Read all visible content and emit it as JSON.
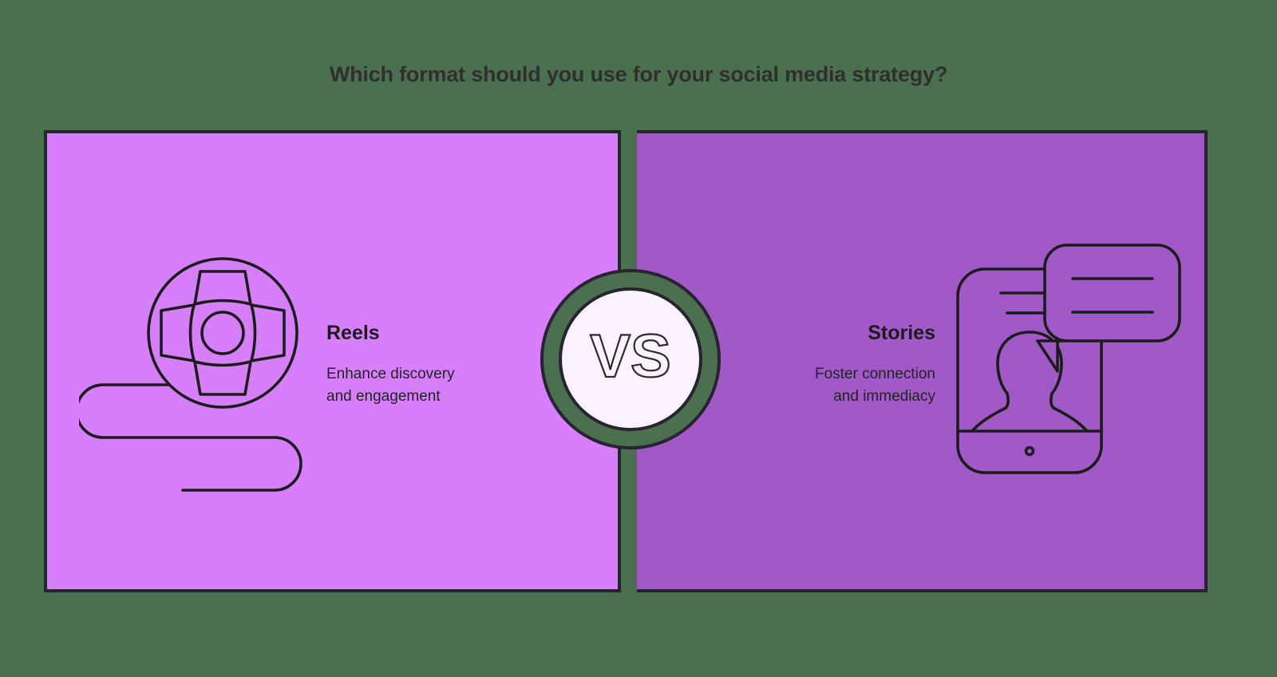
{
  "theme": {
    "background": "#4a7050",
    "left_panel_bg": "#d77ffa",
    "right_panel_bg": "#a259c8",
    "border": "#272330",
    "badge_ring": "#4a7050",
    "badge_fill": "#faf2fc",
    "text": "#1f1f1f",
    "line": "#1c1c1c"
  },
  "header": {
    "title": "Which format should you use for your social media strategy?"
  },
  "comparison": {
    "separator_label": "VS",
    "left": {
      "name": "Reels",
      "description": "Enhance discovery and engagement",
      "description_line1": "Enhance discovery",
      "description_line2": "and engagement",
      "icon": "film-reel-icon"
    },
    "right": {
      "name": "Stories",
      "description": "Foster connection and immediacy",
      "description_line1": "Foster connection",
      "description_line2": "and immediacy",
      "icon": "phone-chat-icon"
    }
  }
}
